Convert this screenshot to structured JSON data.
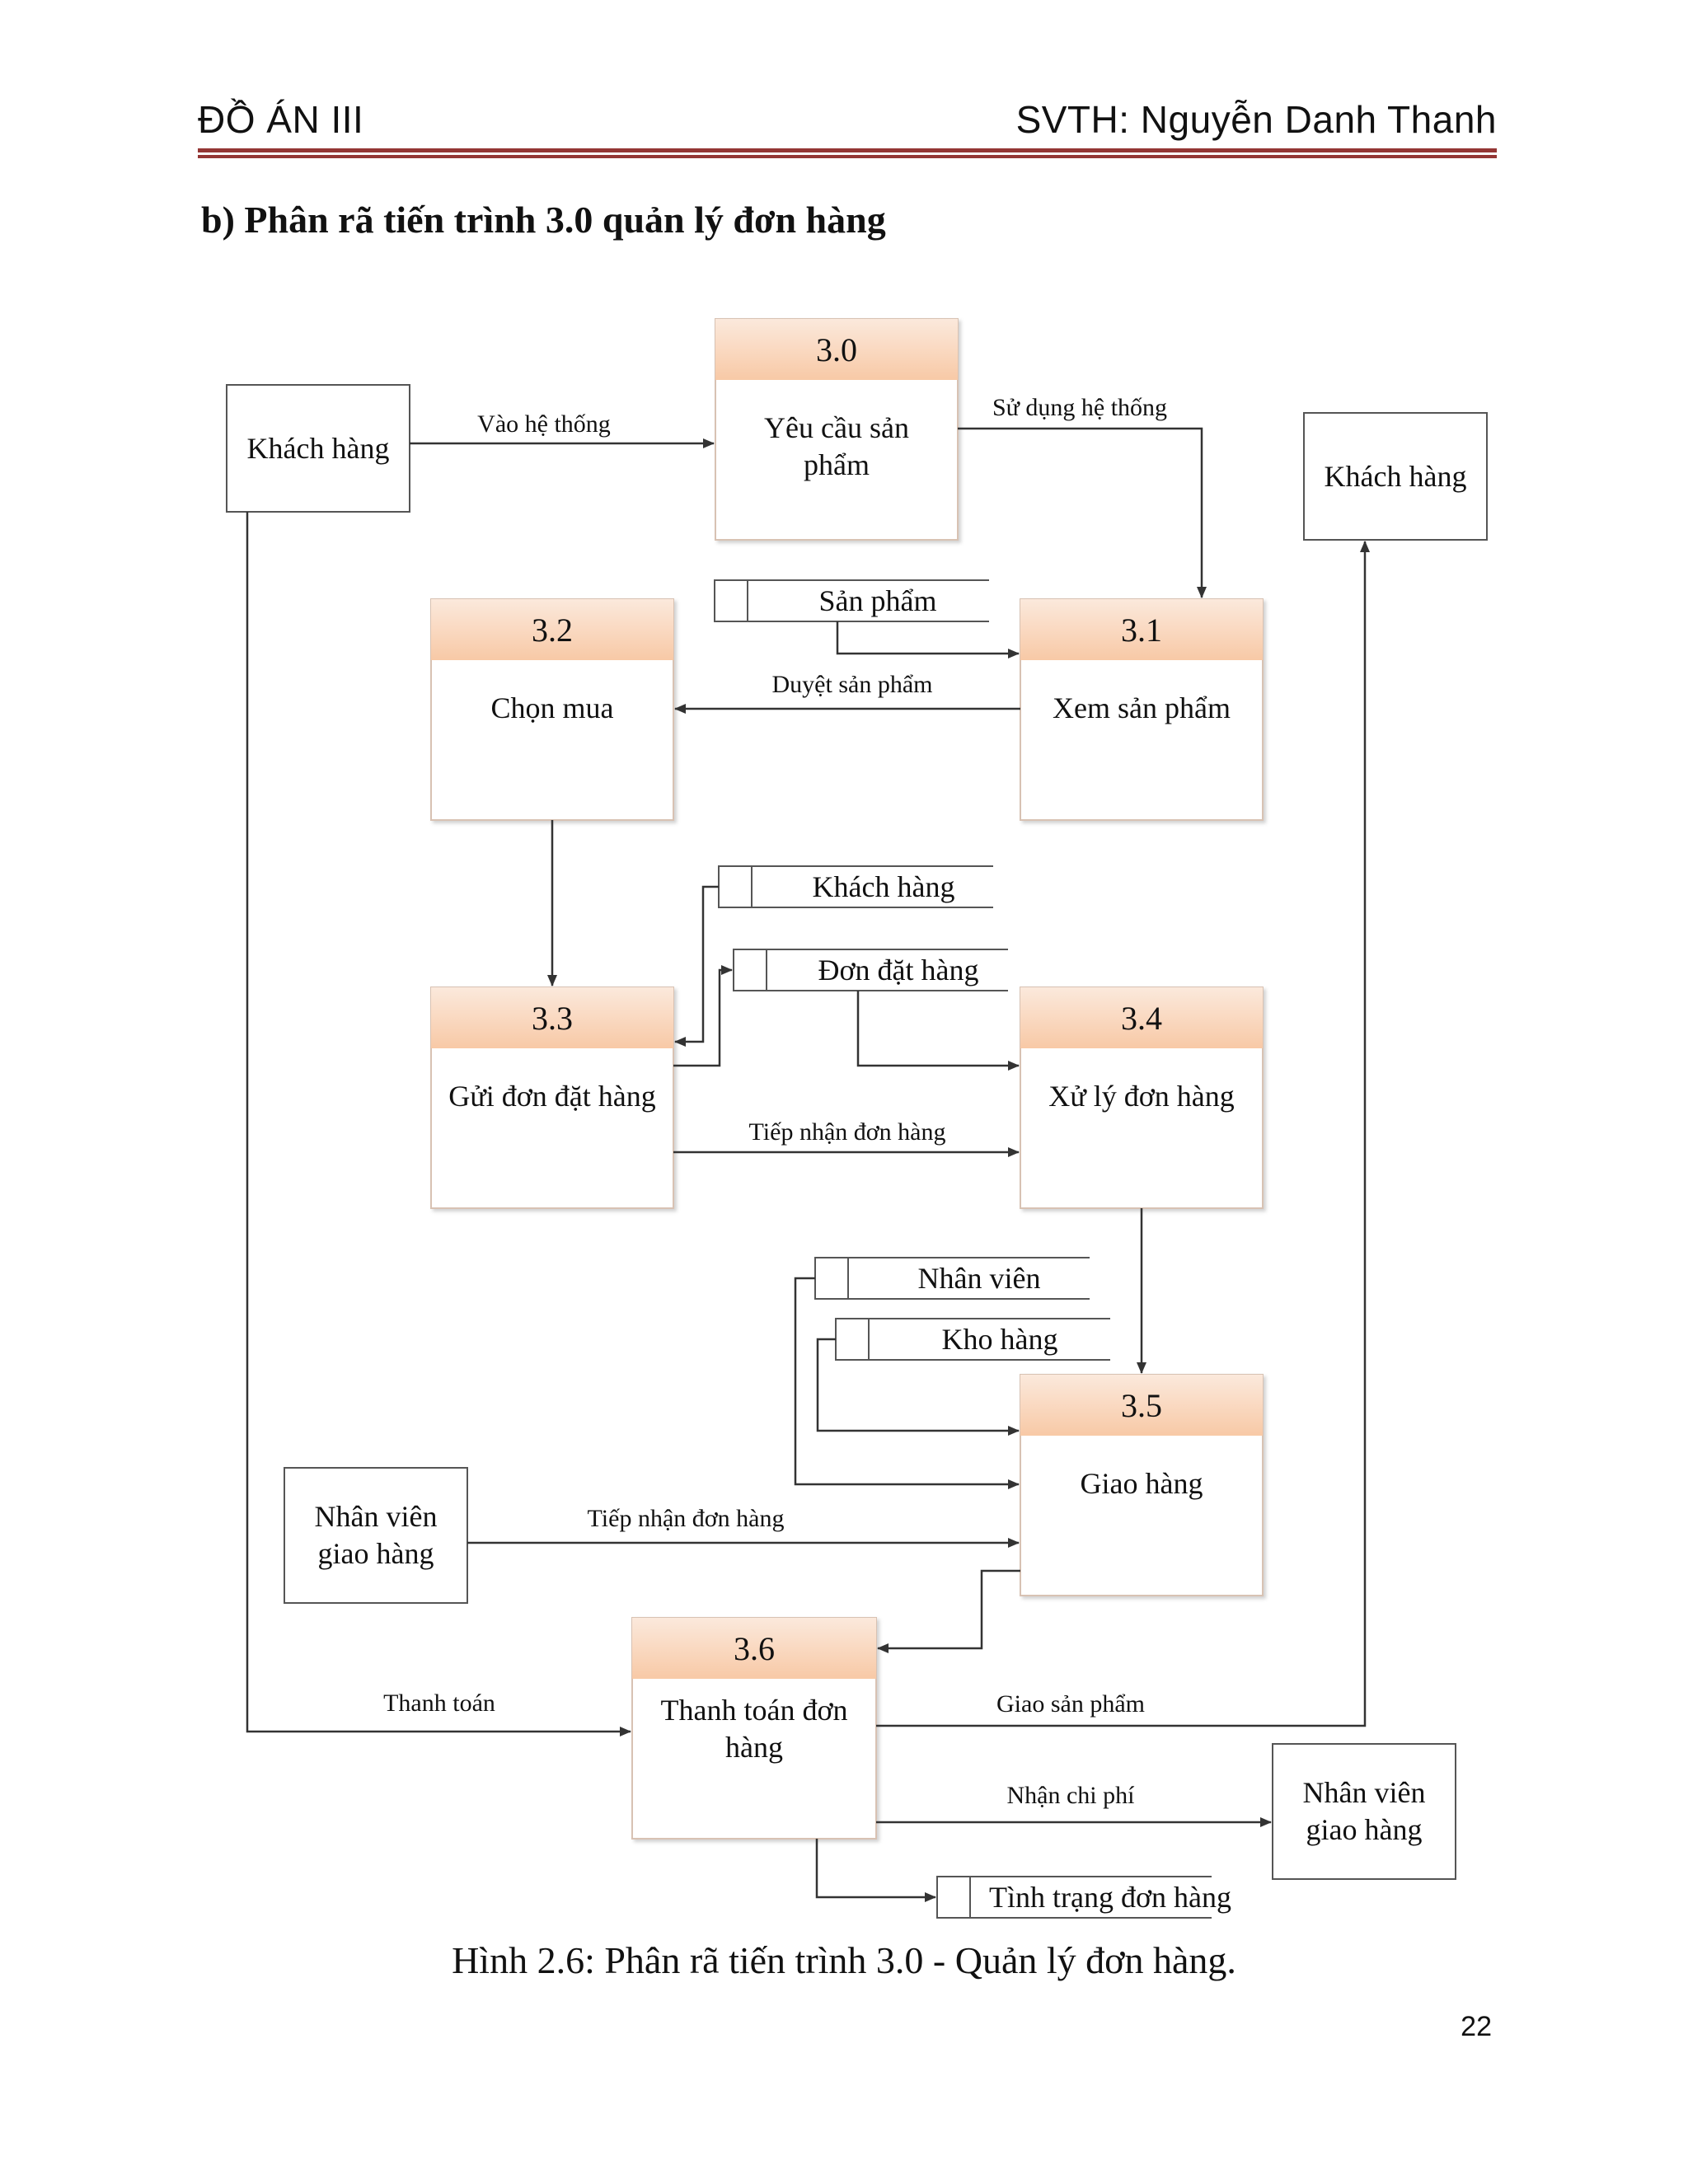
{
  "header": {
    "left": "ĐỒ ÁN III",
    "right": "SVTH: Nguyễn Danh Thanh"
  },
  "section_title": "b) Phân rã tiến trình 3.0 quản lý đơn hàng",
  "diagram": {
    "processes": {
      "p30": {
        "id": "3.0",
        "label1": "Yêu cầu sản",
        "label2": "phẩm"
      },
      "p31": {
        "id": "3.1",
        "label1": "Xem sản phẩm"
      },
      "p32": {
        "id": "3.2",
        "label1": "Chọn mua"
      },
      "p33": {
        "id": "3.3",
        "label1": "Gửi đơn đặt hàng"
      },
      "p34": {
        "id": "3.4",
        "label1": "Xử lý đơn hàng"
      },
      "p35": {
        "id": "3.5",
        "label1": "Giao hàng"
      },
      "p36": {
        "id": "3.6",
        "label1": "Thanh toán đơn",
        "label2": "hàng"
      }
    },
    "entities": {
      "customer_in": {
        "label1": "Khách hàng"
      },
      "customer_out": {
        "label1": "Khách hàng"
      },
      "shipper_in": {
        "label1": "Nhân viên",
        "label2": "giao hàng"
      },
      "shipper_out": {
        "label1": "Nhân viên",
        "label2": "giao hàng"
      }
    },
    "stores": {
      "products": "Sản phẩm",
      "customers": "Khách hàng",
      "orders": "Đơn đặt hàng",
      "staff": "Nhân viên",
      "warehouse": "Kho hàng",
      "order_status": "Tình trạng đơn hàng"
    },
    "flows": {
      "login": "Vào hệ thống",
      "use_system": "Sử dụng hệ thống",
      "browse": "Duyệt sản phẩm",
      "receive_order": "Tiếp nhận đơn hàng",
      "shipper_receive": "Tiếp nhận đơn hàng",
      "payment": "Thanh toán",
      "deliver": "Giao sản phẩm",
      "cost": "Nhận chi phí"
    },
    "colors": {
      "process_header_top": "#fbe9dc",
      "process_header_bottom": "#f8caa8",
      "process_border": "#d8c2b3",
      "line": "#333333"
    }
  },
  "caption": "Hình 2.6: Phân rã tiến trình 3.0 - Quản lý đơn hàng.",
  "page_number": "22"
}
